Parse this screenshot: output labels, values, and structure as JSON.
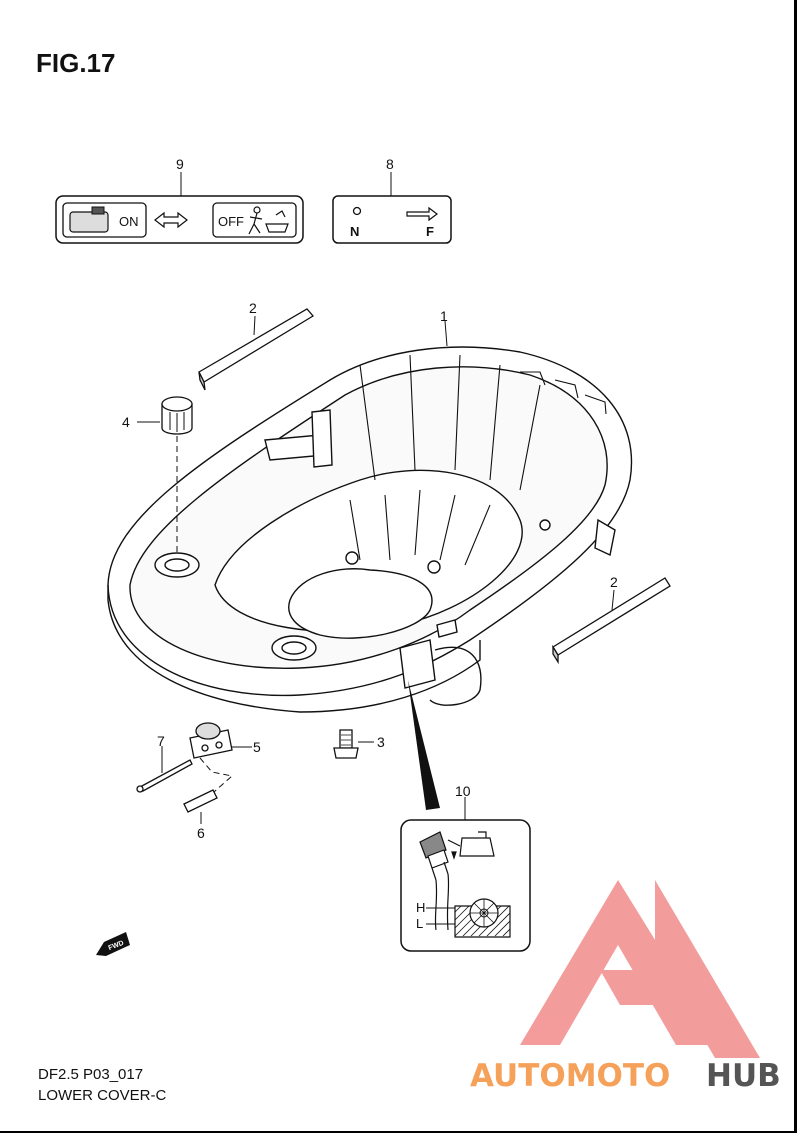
{
  "figure": {
    "title": "FIG.17",
    "footer_code": "DF2.5 P03_017",
    "footer_name": "LOWER COVER-C"
  },
  "callouts": {
    "c1": "1",
    "c2a": "2",
    "c2b": "2",
    "c3": "3",
    "c4": "4",
    "c5": "5",
    "c6": "6",
    "c7": "7",
    "c8": "8",
    "c9": "9",
    "c10": "10"
  },
  "labels": {
    "decal9_on": "ON",
    "decal9_off": "OFF",
    "decal8_n": "N",
    "decal8_f": "F",
    "oil_h": "H",
    "oil_l": "L",
    "fwd": "FWD"
  },
  "watermark": {
    "part_a": "AUTOMOTO",
    "part_b": "HUB",
    "color_a": "#f5a15a",
    "color_b": "#555555",
    "logo_color": "#f07b7b"
  }
}
